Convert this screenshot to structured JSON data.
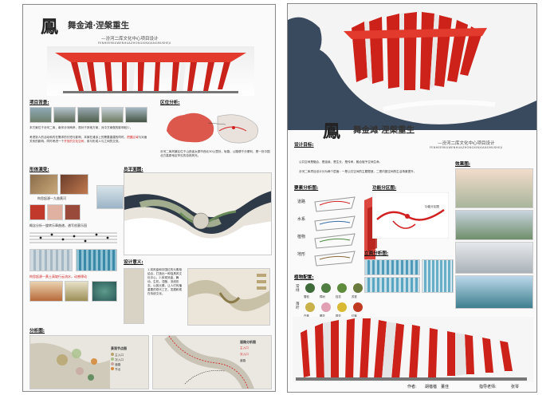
{
  "left_board": {
    "logo_char": "鳳",
    "title": "舞金滩·涅槃重生",
    "subtitle": "—汾河二库文化中心项目设计",
    "pinyin": "FENHEERKUWENHUAZHONGXINXIANGMUSHEJI",
    "sections": {
      "background": "项目背景:",
      "location": "区位分析:",
      "evolution": "形体演变:",
      "site_plan": "总平面图:",
      "design_meaning": "设计意义:",
      "analysis": "分析图:"
    },
    "background_text": "本方案位于汾河二库，南邻汾河两岸，视对于其他方案，对中方案做的影响较少。",
    "background_text2": "考虑到人的活动和内在需求的长短与影响，本案在滩涂上的需要重建的同时，",
    "background_highlight": "把握区域",
    "background_text3": "与对面关系的影响，同时考虑一个",
    "background_highlight2": "开放的文化空间",
    "background_text4": "，用与形成人与之间的交流。",
    "location_text": "汾河二库风景区位于山西省太原市西北30公里处，轨路、公路便于分便利，是一处中国北方高原地区罕见的自然风光。",
    "evolution_caption1": "构思起源—九曲黄河",
    "evolution_caption2": "概念分析—旋转乐章曲谱，谱写创意乐园",
    "evolution_caption3": "构思起源—黄土高坡行云流水，动感律动",
    "design_meaning_text": "1.将风凰和中国红的元素相结合，打造出一种独具风文化中心。2.体现凤凰，舞动，生机，涅槃，流线形态，以致元素，让人们传播重要的现代工艺，发展和现在传统文化。",
    "legend_title": "景观节点图",
    "legend_items": [
      "主入口",
      "次入口",
      "道路",
      "节点"
    ],
    "route_legend_title": "道路分析图"
  },
  "right_board": {
    "logo_char": "鳳",
    "title": "舞金滩·涅槃重生",
    "subtitle": "—汾河二库文化中心项目设计",
    "pinyin": "FENHEERKUWENHUAZHONGXINXIANGMUSHEJI",
    "sections": {
      "goal": "设计目标:",
      "elements": "要素分析图:",
      "function": "功能分区图:",
      "renderings": "效果图:",
      "facade": "立面分析图:",
      "plants": "植物配置:"
    },
    "goal_text": "公共空间是融合、是延续、是生长、是传承，融合赋予空间生命。",
    "goal_text2": "汾河二库项目设计分为两个层面：一是公共空间的主题塑造，二是内庭空间的生活场景提升。",
    "element_labels": [
      "道路",
      "水系",
      "植物",
      "地形"
    ],
    "plant_labels": {
      "evergreen": "常绿",
      "deciduous": "落叶",
      "trees_row1": [
        "雪松",
        "樟树",
        "桂花",
        "苏铁"
      ],
      "trees_row2": [
        "白桦",
        "樱花",
        "银杏",
        "红枫"
      ]
    },
    "function_note": "功能分区图",
    "author_label": "作者:",
    "authors": "胡蓓蓓　董佳",
    "advisor_label": "指导老师:",
    "advisor": "张琴"
  },
  "colors": {
    "accent_red": "#d21f1f",
    "board_bg": "#fafafa",
    "water": "#3a4a5e"
  }
}
